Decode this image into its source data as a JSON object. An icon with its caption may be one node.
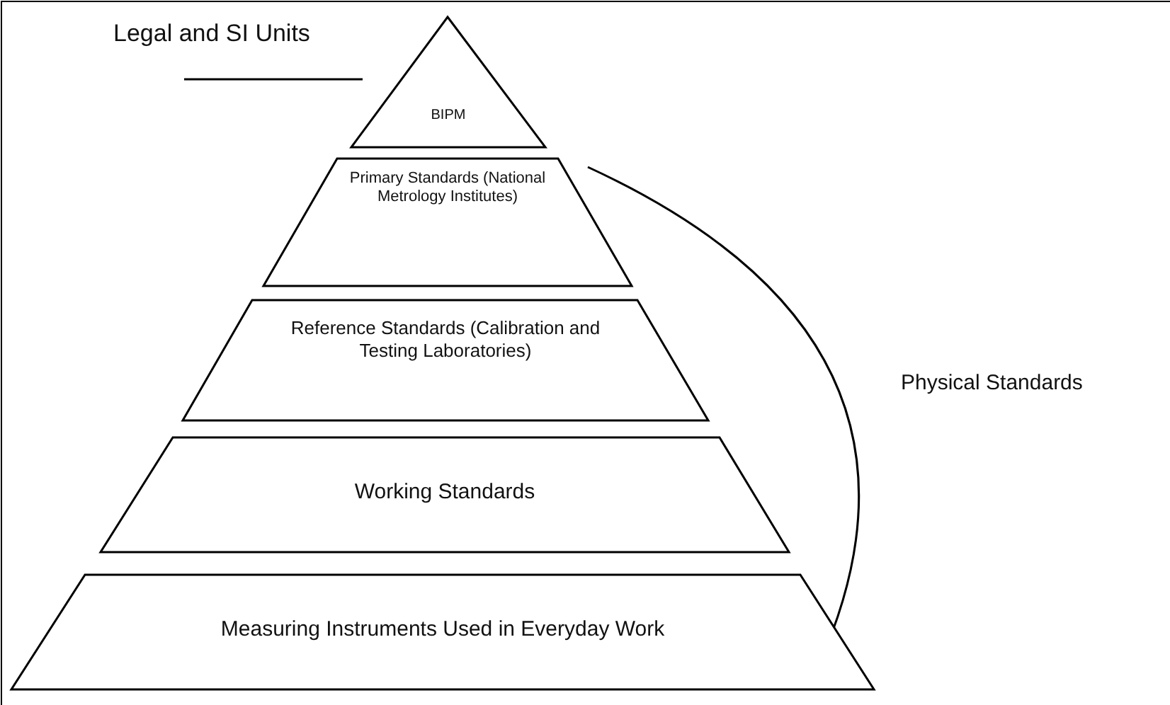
{
  "diagram": {
    "nodes": [
      {
        "text": [
          "BIPM"
        ]
      },
      {
        "text": [
          "Primary Standards (National Metrology Institutes)"
        ]
      },
      {
        "text": [
          "Reference Standards (Calibration and Testing Laboratories)"
        ]
      },
      {
        "text": [
          "Working Standards"
        ]
      },
      {
        "text": [
          "Measuring Instruments Used in Everyday Work"
        ]
      }
    ],
    "edges": [],
    "labels": [
      "Legal and SI Units",
      "Physical Standards"
    ]
  }
}
